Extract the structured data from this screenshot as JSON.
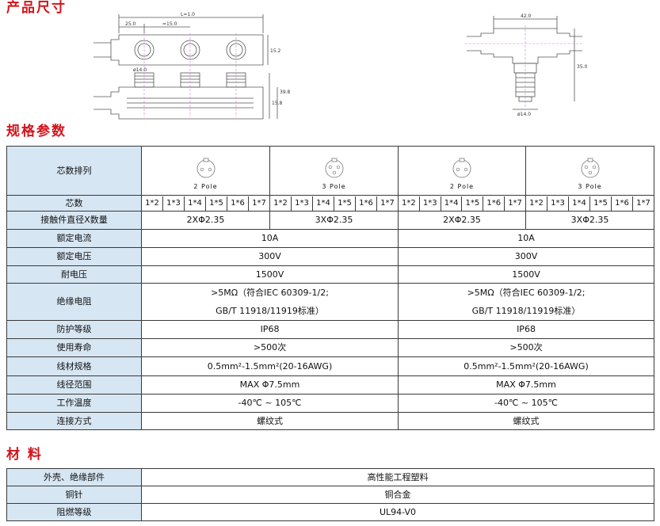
{
  "sections": {
    "dimensions": "产品尺寸",
    "specs": "规格参数",
    "materials": "材 料"
  },
  "drawing_left": {
    "dim_total": "L=1.0",
    "dim_a": "25.0",
    "dim_b": "=15.0",
    "dim_h1": "15.2",
    "dim_h2": "15.8",
    "dim_h3": "39.8",
    "dim_d": "ø14.0"
  },
  "drawing_right": {
    "dim_w": "42.0",
    "dim_h": "35.0",
    "dim_d": "ø14.0"
  },
  "specs": {
    "row_labels": {
      "arrangement": "芯数排列",
      "cores": "芯数",
      "contacts": "接触件直径X数量",
      "current": "额定电流",
      "voltage": "额定电压",
      "withstand": "耐电压",
      "insulation": "绝缘电阻",
      "protection": "防护等级",
      "life": "使用寿命",
      "wire": "线材规格",
      "wire_range": "线径范围",
      "temp": "工作温度",
      "connection": "连接方式"
    },
    "poles": [
      "2 Pole",
      "3 Pole",
      "2 Pole",
      "3 Pole"
    ],
    "cores": [
      "1*2",
      "1*3",
      "1*4",
      "1*5",
      "1*6",
      "1*7"
    ],
    "contacts": [
      "2XΦ2.35",
      "3XΦ2.35",
      "2XΦ2.35",
      "3XΦ2.35"
    ],
    "values": {
      "current": "10A",
      "voltage": "300V",
      "withstand": "1500V",
      "insulation_1": ">5MΩ（符合IEC 60309-1/2;",
      "insulation_2": "GB/T 11918/11919标准）",
      "protection": "IP68",
      "life": ">500次",
      "wire": "0.5mm²-1.5mm²(20-16AWG)",
      "wire_range": "MAX Φ7.5mm",
      "temp": "-40℃ ~ 105℃",
      "connection": "螺纹式"
    }
  },
  "materials": [
    {
      "label": "外壳、绝缘部件",
      "value": "高性能工程塑料"
    },
    {
      "label": "铜针",
      "value": "铜合金"
    },
    {
      "label": "阻燃等级",
      "value": "UL94-V0"
    }
  ]
}
